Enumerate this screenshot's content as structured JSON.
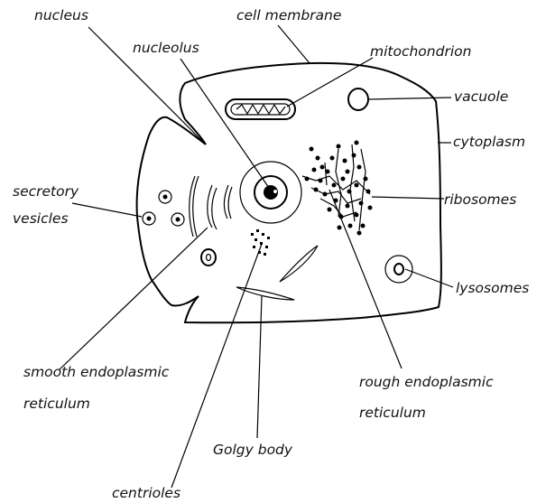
{
  "labels": {
    "nucleus": "nucleus",
    "nucleolus": "nucleolus",
    "cell_membrane": "cell membrane",
    "mitochondrion": "mitochondrion",
    "vacuole": "vacuole",
    "cytoplasm": "cytoplasm",
    "secretory_1": "secretory",
    "secretory_2": "vesicles",
    "ribosomes": "ribosomes",
    "lysosomes": "lysosomes",
    "smooth_er_1": "smooth endoplasmic",
    "smooth_er_2": "reticulum",
    "rough_er_1": "rough endoplasmic",
    "rough_er_2": "reticulum",
    "golgy_body": "Golgy body",
    "centrioles": "centrioles"
  }
}
